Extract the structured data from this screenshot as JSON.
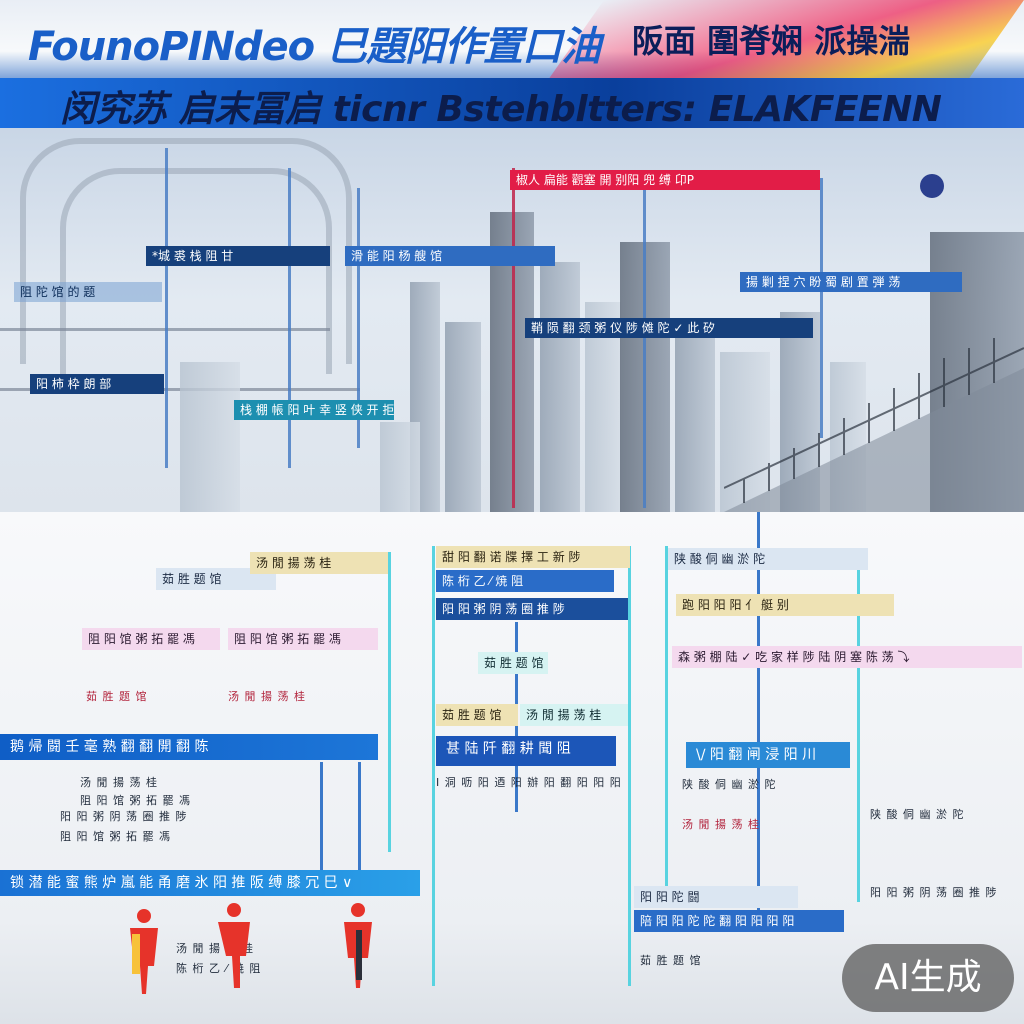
{
  "header": {
    "title_left": "FounoPINdeo 巳題阳作置口油",
    "title_right": "阪面 圍脊娴 派操湍",
    "subtitle_cjk": "闵究苏 启末冨启",
    "subtitle_latin": "ticnr Bstehbltters: ELAKFEENN"
  },
  "city_labels": {
    "top_red": "椒人 扁能 觀塞 開 别阳 兜 缚 卬P",
    "top_left_1": "*城 裘 栈 阻 甘",
    "top_left_2": "滑 能 阳 杨 艘 馆",
    "right_1": "揚 剿 捏 ⽳ 盼 蜀 剧 置 弾 荡",
    "center_1": "鞘 陨 翻 颈 粥 仪 陟 傩 陀 ✓ 此 矽",
    "left_small_1": "阻 陀 馆 的 题",
    "left_small_2": "阳 柿 枠 朗 部",
    "bottom_small": "栈 棚 帳 阳 叶 幸 竖 侠 开 拒 佰"
  },
  "lower_labels": {
    "col1_box1": "茹 胜 题 馆",
    "col1_box2": "汤 閒 揚 荡 桂",
    "col2_box1": "阻 阳 馆 粥 拓 罷 馮",
    "col3_top": "甜 阳 翻 诺 牒 擇 工 新 陟",
    "col3_box2": "陈 桁 乙 ⁄ 焼 阻",
    "col3_box3": "阳 阳 粥 阴 荡 圈 推 陟",
    "col4_box1": "跑 阳 阳 阳 亻 艇 别",
    "col4_pink": "森 粥 棚 陆 ✓ 吃 家 样 陟 陆 阴 塞 陈 荡 ⤵",
    "big_left": "鹅 帰 闘 壬 毫 熟 翻 翻 開 翻 陈",
    "big_center": "甚 陆 阡 翻 耕 聞 阻",
    "big_right": "\\∕ 阳 翻 闸 浸 阳 川",
    "big_bottom": "锁 潜 能 蜜 熊 炉 嵐 能 甬 磨 氷 阳 推 阪 缚 膝 冗 巳 ∨",
    "center_line": "Ⅰ 洞 呖 阳 迺 阳 辦 阳 翻 阳 阳 阳",
    "bottom_center_box": "阳 阳 陀 闘",
    "bottom_center_box2": "陪 阳 阳 陀 陀 翻 阳 阳 阳 阳",
    "right_small": "陕 酸 侗 幽 淤 陀"
  },
  "badge": {
    "label": "AI生成"
  }
}
